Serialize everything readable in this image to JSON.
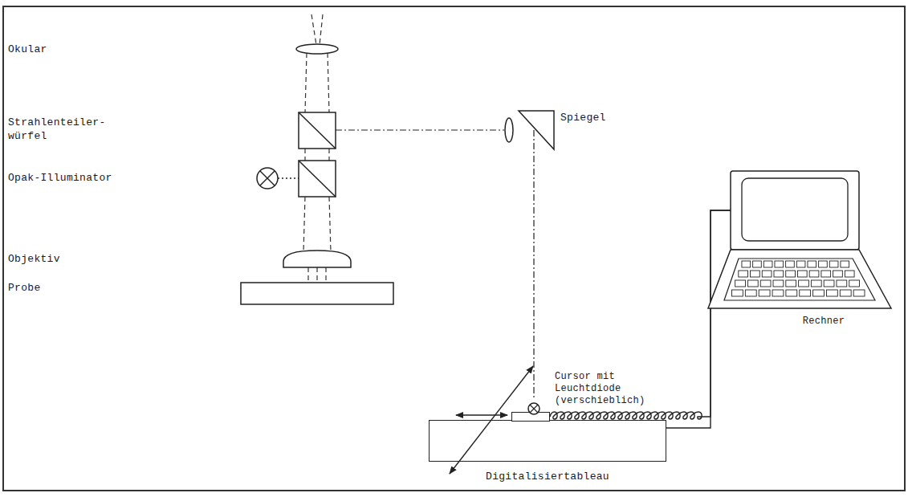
{
  "diagram": {
    "nodes": [
      {
        "text": [
          "Digitalisiertableau"
        ]
      },
      {
        "text": [
          "Cursor mit Leuchtdiode (verschieblich)"
        ]
      },
      {
        "text": [
          "Rechner"
        ]
      }
    ],
    "edges": [
      {
        "from": 1,
        "to": 2,
        "arrow": "none"
      },
      {
        "from": 0,
        "to": 2,
        "arrow": "none"
      }
    ],
    "labels": [
      "Okular",
      "Strahlenteiler- würfel",
      "Opak-Illuminator",
      "Objektiv",
      "Probe",
      "Spiegel"
    ]
  }
}
